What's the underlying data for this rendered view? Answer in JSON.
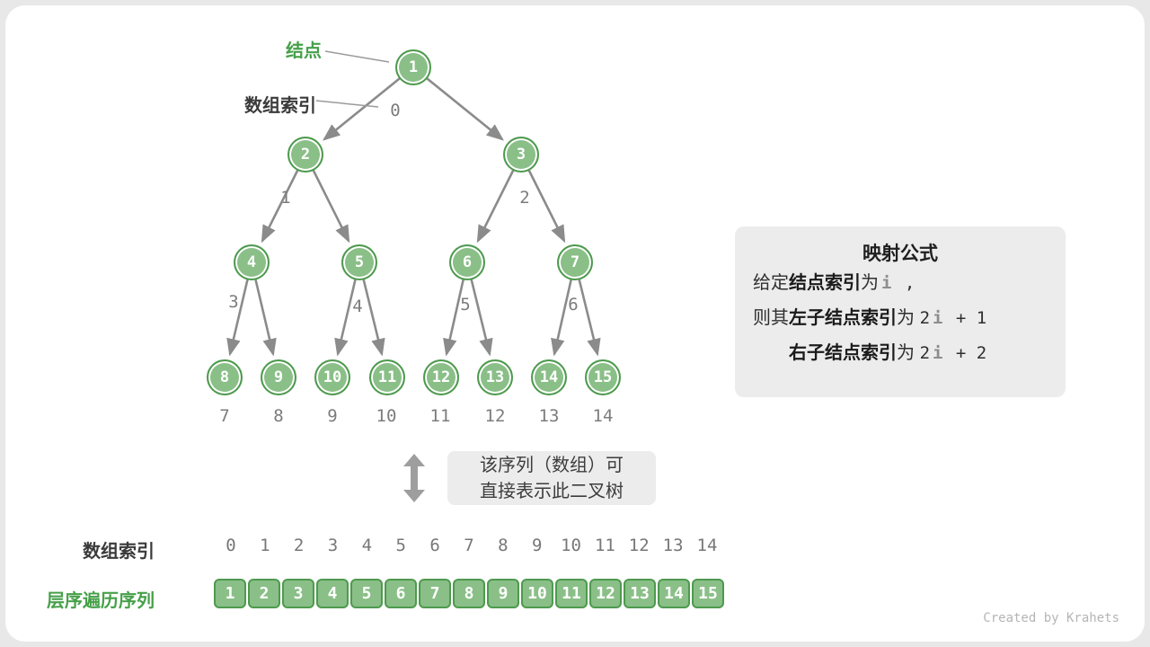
{
  "page": {
    "watermark": "Created by Krahets"
  },
  "colors": {
    "node_fill": "#8abf88",
    "node_border": "#4e9a4e",
    "accent_green": "#46a049",
    "edge_gray": "#8b8b8b",
    "box_bg": "#ececec"
  },
  "labels": {
    "node_pointer": "结点",
    "array_index_pointer": "数组索引"
  },
  "tree": {
    "nodes": [
      {
        "value": "1",
        "index": "0"
      },
      {
        "value": "2",
        "index": "1"
      },
      {
        "value": "3",
        "index": "2"
      },
      {
        "value": "4",
        "index": "3"
      },
      {
        "value": "5",
        "index": "4"
      },
      {
        "value": "6",
        "index": "5"
      },
      {
        "value": "7",
        "index": "6"
      },
      {
        "value": "8",
        "index": "7"
      },
      {
        "value": "9",
        "index": "8"
      },
      {
        "value": "10",
        "index": "9"
      },
      {
        "value": "11",
        "index": "10"
      },
      {
        "value": "12",
        "index": "11"
      },
      {
        "value": "13",
        "index": "12"
      },
      {
        "value": "14",
        "index": "13"
      },
      {
        "value": "15",
        "index": "14"
      }
    ]
  },
  "formula": {
    "title": "映射公式",
    "l1": {
      "a": "给定",
      "b": "结点索引",
      "c": "为",
      "i": "i",
      "t": " ,"
    },
    "l2": {
      "a": "则其",
      "b": "左子结点索引",
      "c": "为 ",
      "n": "2",
      "i": "i",
      "t": " + 1"
    },
    "l3": {
      "b": "右子结点索引",
      "c": "为 ",
      "n": "2",
      "i": "i",
      "t": " + 2"
    }
  },
  "note": {
    "line1": "该序列（数组）可",
    "line2": "直接表示此二叉树"
  },
  "bottom": {
    "index_row_label": "数组索引",
    "sequence_row_label": "层序遍历序列",
    "indices": [
      "0",
      "1",
      "2",
      "3",
      "4",
      "5",
      "6",
      "7",
      "8",
      "9",
      "10",
      "11",
      "12",
      "13",
      "14"
    ],
    "values": [
      "1",
      "2",
      "3",
      "4",
      "5",
      "6",
      "7",
      "8",
      "9",
      "10",
      "11",
      "12",
      "13",
      "14",
      "15"
    ]
  }
}
